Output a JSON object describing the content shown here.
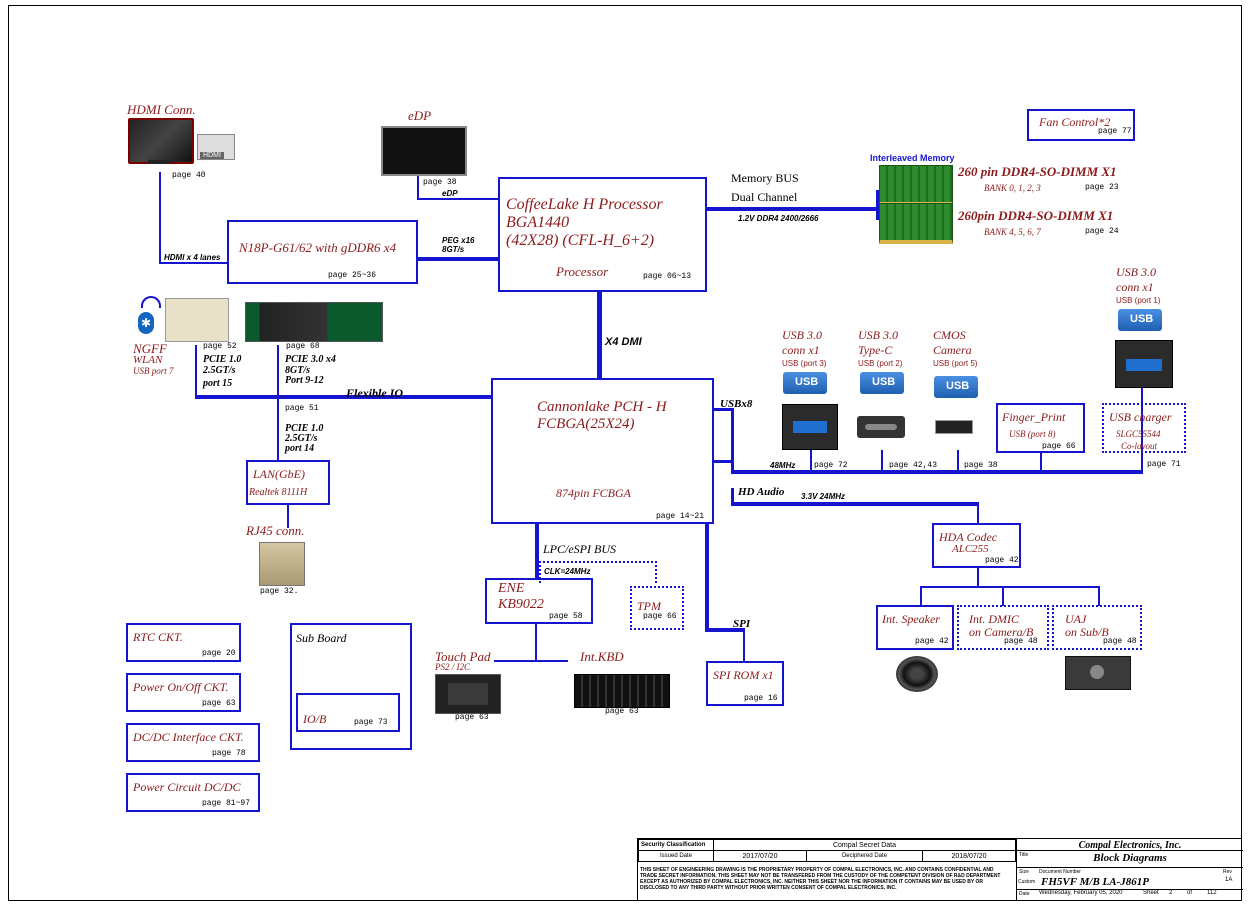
{
  "hdmi": {
    "title": "HDMI Conn.",
    "page": "page 40",
    "link": "HDMI x 4 lanes",
    "badge": "HDMI"
  },
  "edp": {
    "title": "eDP",
    "page": "page 38",
    "link": "eDP"
  },
  "cpu": {
    "line1": "CoffeeLake H Processor",
    "line2": "BGA1440",
    "line3": "(42X28) (CFL-H_6+2)",
    "sub": "Processor",
    "page": "page 06~13"
  },
  "gpu": {
    "title": "N18P-G61/62 with gDDR6 x4",
    "page": "page 25~36",
    "peg1": "PEG x16",
    "peg2": "8GT/s"
  },
  "memory": {
    "bus1": "Memory BUS",
    "bus2": "Dual Channel",
    "speed": "1.2V DDR4 2400/2666",
    "interleave": "Interleaved Memory",
    "dimm1": "260 pin DDR4-SO-DIMM X1",
    "bank1": "BANK 0, 1, 2, 3",
    "page1": "page 23",
    "dimm2": "260pin DDR4-SO-DIMM X1",
    "bank2": "BANK 4, 5, 6, 7",
    "page2": "page 24"
  },
  "fan": {
    "title": "Fan Control*2",
    "page": "page 77"
  },
  "dmi": "X4 DMI",
  "ngff": {
    "title": "NGFF",
    "wlan": "WLAN",
    "usb": "USB port 7",
    "page": "page 52",
    "pcie1": "PCIE 1.0",
    "pcie2": "2.5GT/s",
    "pcie3": "port 15"
  },
  "ssd": {
    "page": "page 68",
    "pcie1": "PCIE 3.0 x4",
    "pcie2": "8GT/s",
    "pcie3": "Port 9-12"
  },
  "flexio": "Flexible IO",
  "lanlink": {
    "page": "page 51",
    "pcie1": "PCIE 1.0",
    "pcie2": "2.5GT/s",
    "pcie3": "port 14"
  },
  "lan": {
    "title": "LAN(GbE)",
    "chip": "Realtek 8111H"
  },
  "rj45": {
    "title": "RJ45 conn.",
    "page": "page 32."
  },
  "pch": {
    "line1": "Cannonlake PCH - H",
    "line2": "FCBGA(25X24)",
    "pins": "874pin FCBGA",
    "page": "page 14~21"
  },
  "usbx8": "USBx8",
  "usb3a": {
    "title1": "USB 3.0",
    "title2": "conn x1",
    "port": "USB (port 3)",
    "page": "page 72",
    "mhz": "48MHz"
  },
  "typec": {
    "title1": "USB 3.0",
    "title2": "Type-C",
    "port": "USB (port 2)",
    "page": "page 42,43"
  },
  "cmos": {
    "title1": "CMOS",
    "title2": "Camera",
    "port": "USB (port 5)",
    "page": "page 38"
  },
  "usb3r": {
    "title1": "USB 3.0",
    "title2": "conn x1",
    "port": "USB (port 1)"
  },
  "finger": {
    "title": "Finger_Print",
    "port": "USB (port 8)",
    "page": "page 66"
  },
  "charger": {
    "title": "USB charger",
    "chip": "SLGC55544",
    "note": "Co-layout",
    "page": "page 71"
  },
  "usbicon": "USB",
  "audio": {
    "title": "HD Audio",
    "clock": "3.3V 24MHz"
  },
  "codec": {
    "title": "HDA Codec",
    "chip": "ALC255",
    "page": "page 42"
  },
  "speaker": {
    "title": "Int. Speaker",
    "page": "page 42"
  },
  "dmic": {
    "title1": "Int. DMIC",
    "title2": "on Camera/B",
    "page": "page 48"
  },
  "uaj": {
    "title1": "UAJ",
    "title2": "on Sub/B",
    "page": "page 48"
  },
  "lpc": {
    "title": "LPC/eSPI BUS",
    "clock": "CLK=24MHz"
  },
  "ene": {
    "title1": "ENE",
    "title2": "KB9022",
    "page": "page 58"
  },
  "tpm": {
    "title": "TPM",
    "page": "page 66"
  },
  "spi": {
    "label": "SPI",
    "rom": "SPI ROM x1",
    "page": "page 16"
  },
  "touch": {
    "title": "Touch Pad",
    "sub": "PS2 / I2C",
    "page": "page 63"
  },
  "kbd": {
    "title": "Int.KBD",
    "page": "page 63"
  },
  "rtc": {
    "title": "RTC CKT.",
    "page": "page 20"
  },
  "power": {
    "title": "Power On/Off CKT.",
    "page": "page 63"
  },
  "dcdc": {
    "title": "DC/DC Interface CKT.",
    "page": "page 78"
  },
  "pcirc": {
    "title": "Power Circuit DC/DC",
    "page": "page 81~97"
  },
  "sub": {
    "title": "Sub Board",
    "io": "IO/B",
    "page": "page 73"
  },
  "titleblock": {
    "sec_label": "Security Classification",
    "secret": "Compal Secret Data",
    "issued_label": "Issued Date",
    "issued": "2017/07/20",
    "decipher_label": "Deciphered Date",
    "decipher": "2018/07/20",
    "company": "Compal Electronics, Inc.",
    "title_label": "Title",
    "title": "Block Diagrams",
    "size_label": "Size",
    "docnum_label": "Document Number",
    "rev_label": "Rev",
    "doc": "FH5VF M/B LA-J861P",
    "rev": "1A",
    "date_label": "Date",
    "date": "Wednesday, February 05, 2020",
    "sheet_label": "Sheet",
    "sheet": "2",
    "of": "of",
    "total": "112",
    "custom": "Custom",
    "legal": "THIS SHEET OF ENGINEERING DRAWING IS THE PROPRIETARY PROPERTY OF COMPAL ELECTRONICS, INC. AND CONTAINS CONFIDENTIAL AND TRADE SECRET INFORMATION. THIS SHEET MAY NOT BE TRANSFERED FROM THE CUSTODY OF THE COMPETENT DIVISION OF R&D DEPARTMENT EXCEPT AS AUTHORIZED BY COMPAL ELECTRONICS, INC. NEITHER THIS SHEET NOR THE INFORMATION IT CONTAINS MAY BE USED BY OR DISCLOSED TO ANY THIRD PARTY WITHOUT PRIOR WRITTEN CONSENT OF COMPAL ELECTRONICS, INC."
  },
  "colors": {
    "bus": "#1515d0",
    "label": "#8b1a1a",
    "dimm": "#2e8b2e"
  }
}
